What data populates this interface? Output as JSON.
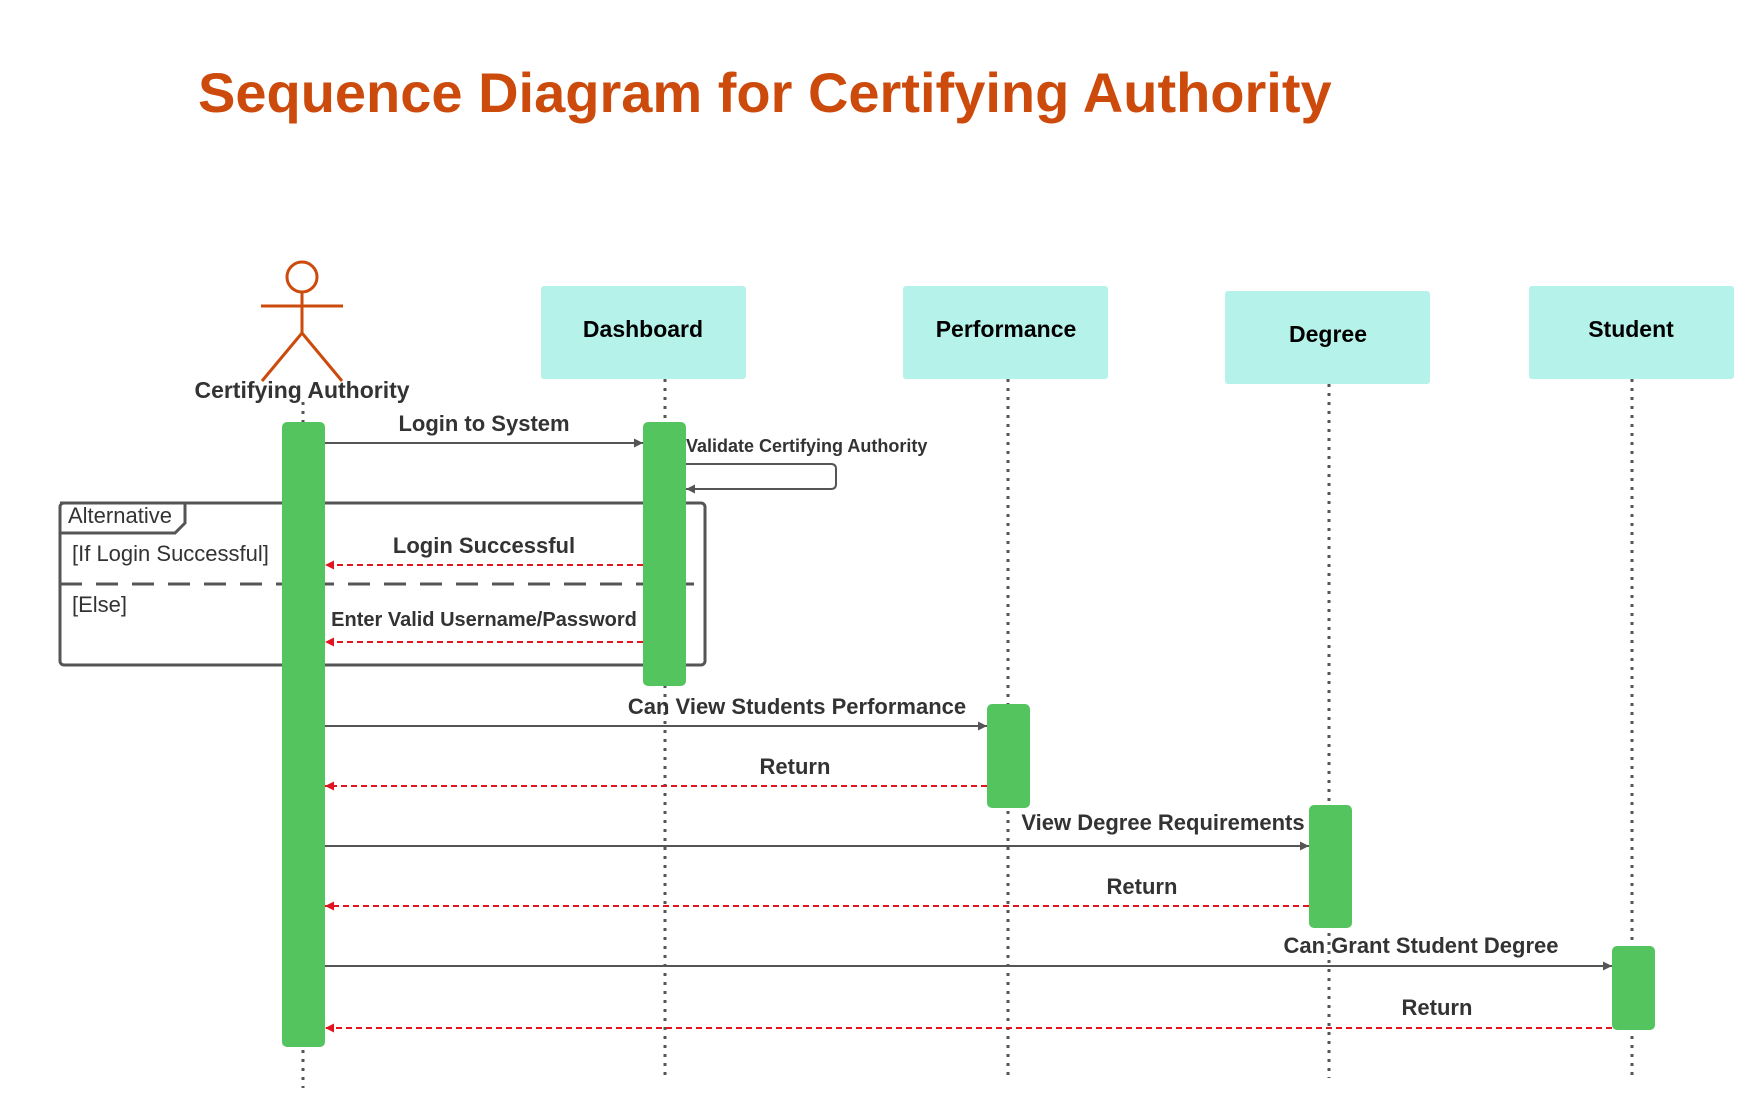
{
  "title": "Sequence Diagram for Certifying Authority",
  "colors": {
    "title": "#cc4b0c",
    "actor": "#cc4b0c",
    "lifeline_box": "#b5f2ea",
    "activation": "#54c45e",
    "call_arrow": "#555555",
    "return_arrow": "#e0151f",
    "frame": "#555555"
  },
  "actor": {
    "label": "Certifying Authority"
  },
  "lifelines": [
    {
      "id": "dashboard",
      "label": "Dashboard"
    },
    {
      "id": "performance",
      "label": "Performance"
    },
    {
      "id": "degree",
      "label": "Degree"
    },
    {
      "id": "student",
      "label": "Student"
    }
  ],
  "messages": {
    "login": "Login to System",
    "validate": "Validate Certifying Authority",
    "login_success": "Login Successful",
    "invalid": "Enter Valid Username/Password",
    "view_performance": "Can View Students Performance",
    "return_performance": "Return",
    "view_degree": "View Degree Requirements",
    "return_degree": "Return",
    "grant_degree": "Can Grant Student Degree",
    "return_student": "Return"
  },
  "fragment": {
    "operator": "Alternative",
    "guard_if": "[If Login Successful]",
    "guard_else": "[Else]"
  }
}
